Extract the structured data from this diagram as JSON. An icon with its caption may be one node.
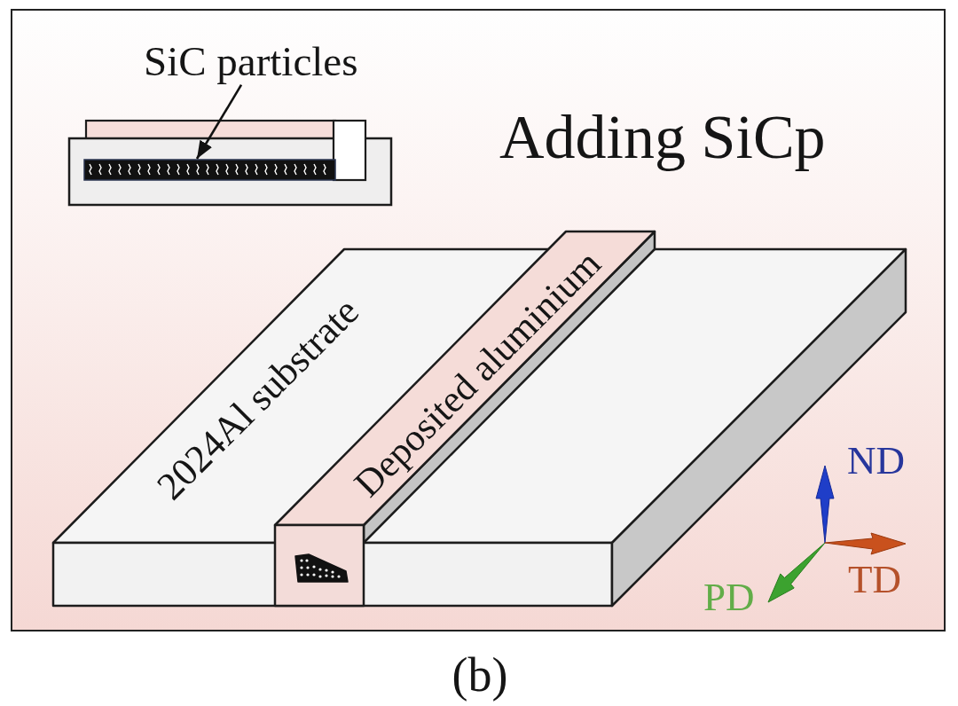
{
  "diagram": {
    "title": "Adding SiCp",
    "caption": "(b)",
    "nodes": [
      {
        "text": [
          "SiC particles"
        ]
      },
      {
        "text": [],
        "shape": "bar"
      },
      {
        "text": [
          "2024Al substrate"
        ]
      },
      {
        "text": [
          "Deposited aluminium"
        ]
      }
    ],
    "edges": [
      {
        "from": 0,
        "to": 1,
        "arrow": "to"
      }
    ],
    "labels": [
      "ND",
      "TD",
      "PD"
    ]
  }
}
